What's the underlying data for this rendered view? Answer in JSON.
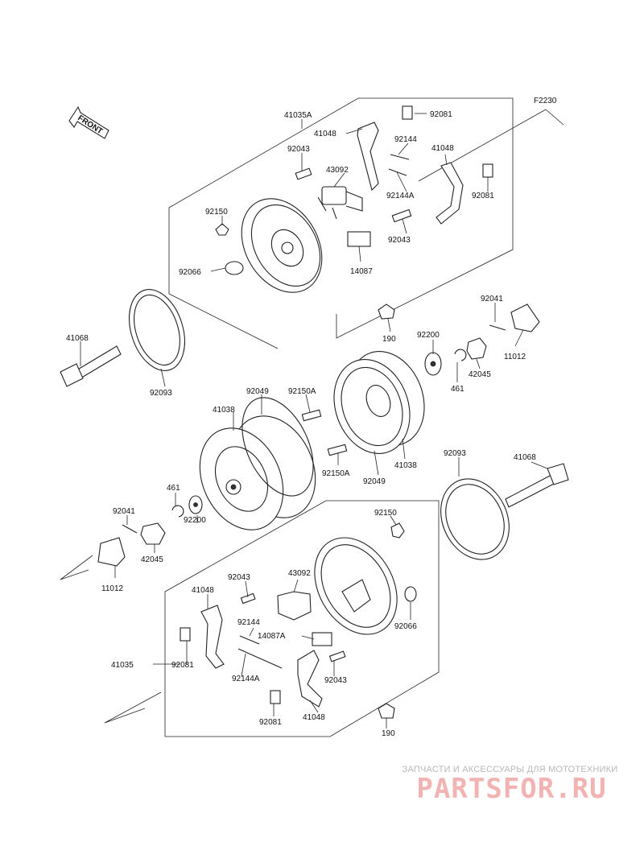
{
  "figure_code": "F2230",
  "front_label": "FRONT",
  "labels": {
    "p41035A": "41035A",
    "p41048_a": "41048",
    "p92081_a": "92081",
    "p92144_a": "92144",
    "p41048_b": "41048",
    "p92043_a": "92043",
    "p43092_a": "43092",
    "p92144A_a": "92144A",
    "p92081_b": "92081",
    "p92150_a": "92150",
    "p92043_b": "92043",
    "p92066_a": "92066",
    "p14087_a": "14087",
    "p92041_a": "92041",
    "p41068_a": "41068",
    "p190_a": "190",
    "p92200_a": "92200",
    "p11012_a": "11012",
    "p42045_a": "42045",
    "p461_a": "461",
    "p92093_a": "92093",
    "p92049_a": "92049",
    "p92150A_a": "92150A",
    "p41038_a": "41038",
    "p92150A_b": "92150A",
    "p41038_b": "41038",
    "p92049_b": "92049",
    "p92093_b": "92093",
    "p41068_b": "41068",
    "p461_b": "461",
    "p92041_b": "92041",
    "p92200_b": "92200",
    "p42045_b": "42045",
    "p11012_b": "11012",
    "p92150_b": "92150",
    "p43092_b": "43092",
    "p92043_c": "92043",
    "p41048_c": "41048",
    "p92066_b": "92066",
    "p92144_b": "92144",
    "p14087A": "14087A",
    "p41035": "41035",
    "p92081_c": "92081",
    "p92144A_b": "92144A",
    "p92043_d": "92043",
    "p41048_d": "41048",
    "p92081_d": "92081",
    "p190_b": "190"
  },
  "watermark": {
    "tagline": "ЗАПЧАСТИ И АКСЕССУАРЫ ДЛЯ МОТОТЕХНИКИ",
    "logo": "PARTSFOR.RU"
  }
}
